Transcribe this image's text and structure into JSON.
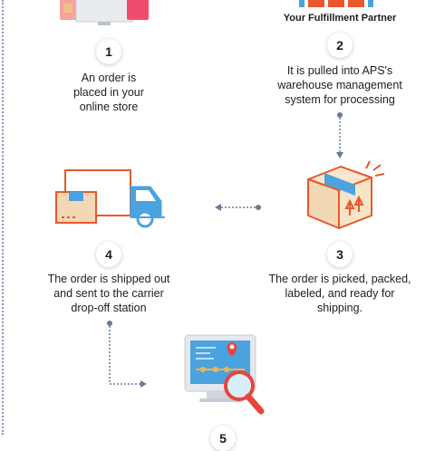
{
  "partner_label": "Your Fulfillment Partner",
  "steps": [
    {
      "number": "1",
      "text_lines": [
        "An order is",
        "placed in your",
        "online store"
      ]
    },
    {
      "number": "2",
      "text_lines": [
        "It is pulled into APS's",
        "warehouse management",
        "system for processing"
      ]
    },
    {
      "number": "3",
      "text_lines": [
        "The order is picked, packed,",
        "labeled, and ready for",
        "shipping."
      ]
    },
    {
      "number": "4",
      "text_lines": [
        "The order is shipped out",
        "and sent to the carrier",
        "drop-off station"
      ]
    },
    {
      "number": "5",
      "text_lines": []
    }
  ],
  "colors": {
    "orange": "#e8582c",
    "blue": "#4aa3df",
    "red": "#e9443b",
    "box_tan": "#f3d8b6",
    "connector": "#6a7a99"
  },
  "icons": {
    "store": "online-store-icon",
    "warehouse": "warehouse-shelves-icon",
    "box": "package-box-icon",
    "truck": "delivery-truck-icon",
    "tracking": "tracking-monitor-icon"
  }
}
